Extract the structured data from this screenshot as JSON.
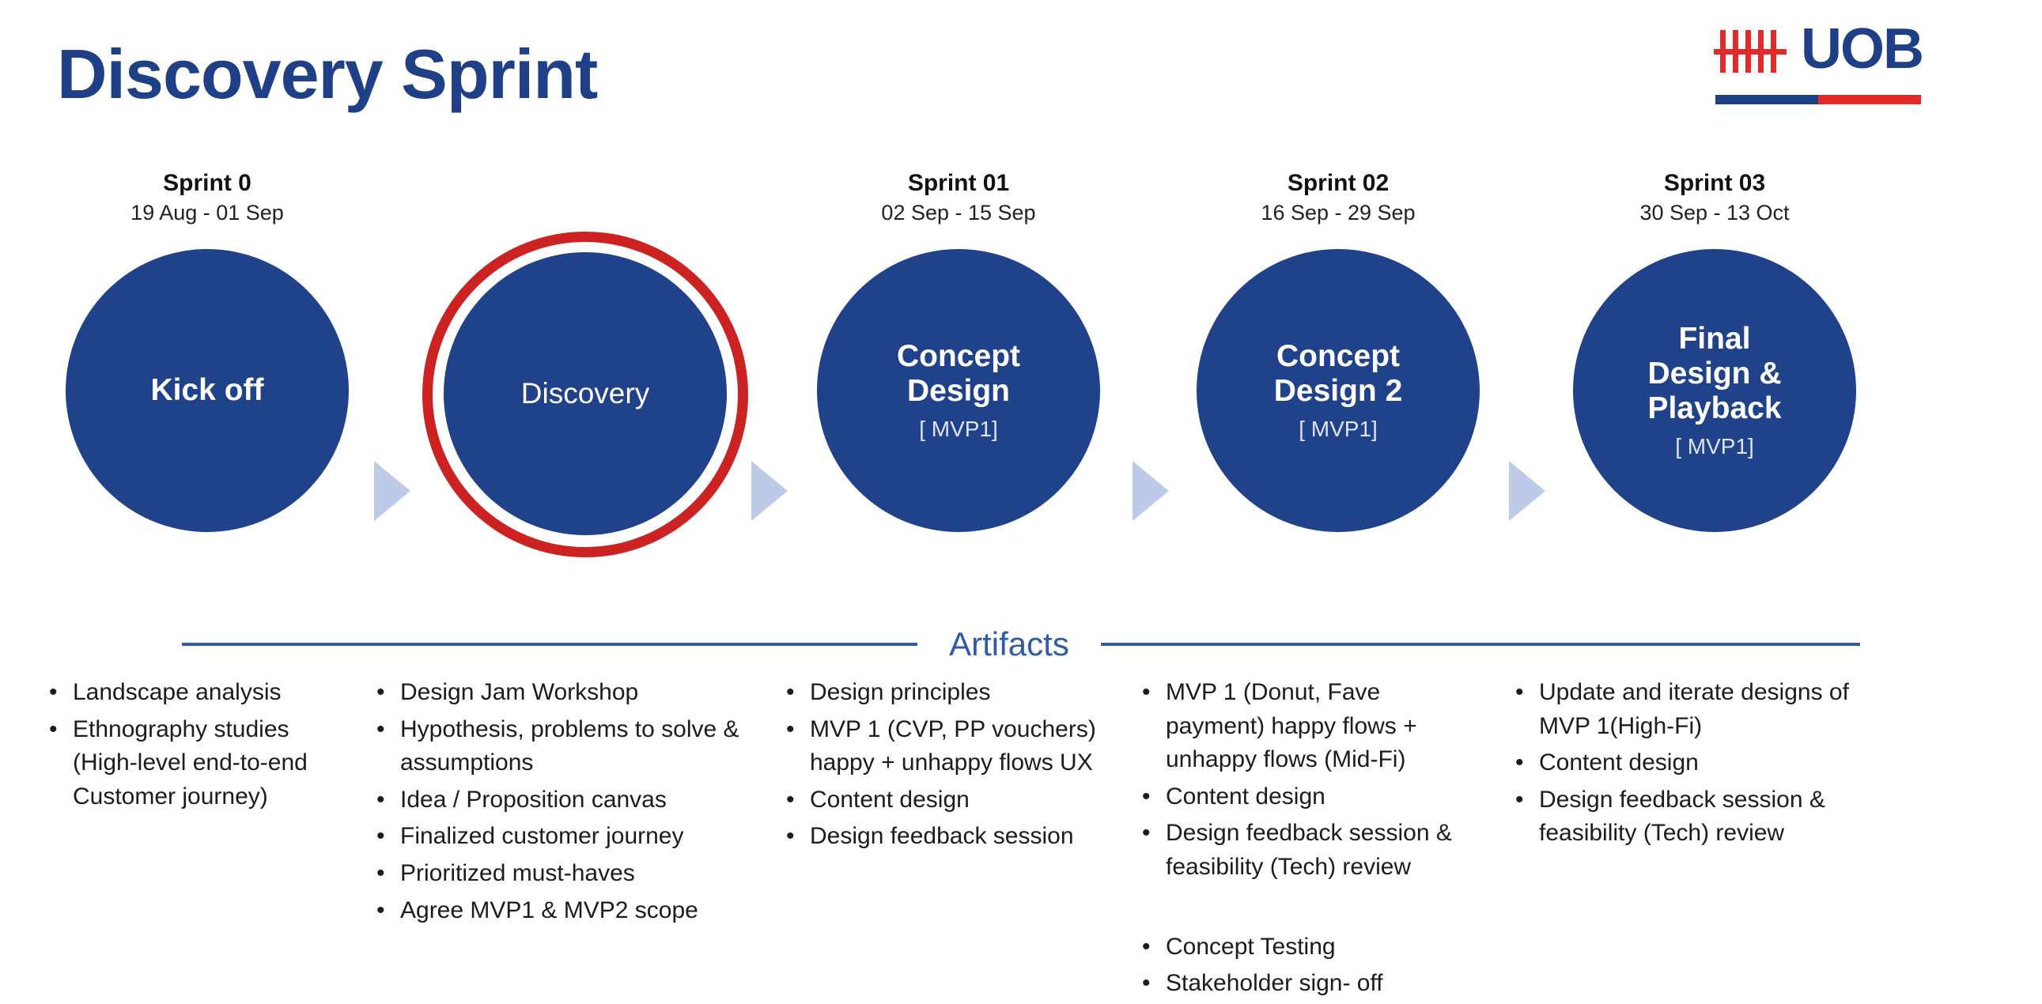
{
  "header": {
    "title": "Discovery Sprint",
    "logo": {
      "name": "UOB",
      "mark": "uob-tally-mark"
    }
  },
  "colors": {
    "brand_blue": "#1f3f86",
    "bubble_blue": "#20428a",
    "accent_red": "#cc2222",
    "arrow_blue": "#bdcbe9",
    "divider_blue": "#2f5aa8",
    "logo_red": "#e02b2b"
  },
  "timeline": {
    "stages": [
      {
        "sprint": "Sprint 0",
        "dates": "19 Aug - 01 Sep",
        "label": "Kick off",
        "sub": "",
        "bold": true,
        "highlighted": false
      },
      {
        "sprint": "",
        "dates": "",
        "label": "Discovery",
        "sub": "",
        "bold": false,
        "highlighted": true
      },
      {
        "sprint": "Sprint 01",
        "dates": "02 Sep - 15 Sep",
        "label": "Concept\nDesign",
        "sub": "[ MVP1]",
        "bold": true,
        "highlighted": false
      },
      {
        "sprint": "Sprint 02",
        "dates": "16 Sep - 29 Sep",
        "label": "Concept\nDesign 2",
        "sub": "[ MVP1]",
        "bold": true,
        "highlighted": false
      },
      {
        "sprint": "Sprint 03",
        "dates": "30 Sep - 13 Oct",
        "label": "Final\nDesign &\nPlayback",
        "sub": "[ MVP1]",
        "bold": true,
        "highlighted": false
      }
    ]
  },
  "artifacts": {
    "heading": "Artifacts",
    "columns": [
      {
        "items": [
          "Landscape analysis",
          "Ethnography studies (High-level end-to-end Customer journey)"
        ]
      },
      {
        "items": [
          "Design Jam Workshop",
          "Hypothesis, problems to solve & assumptions",
          "Idea / Proposition canvas",
          "Finalized customer journey",
          "Prioritized must-haves",
          "Agree MVP1 & MVP2 scope"
        ]
      },
      {
        "items": [
          "Design principles",
          "MVP 1 (CVP, PP vouchers) happy + unhappy flows UX",
          "Content design",
          "Design feedback session"
        ]
      },
      {
        "items": [
          "MVP 1 (Donut, Fave payment) happy flows + unhappy flows (Mid-Fi)",
          "Content design",
          "Design feedback session & feasibility (Tech) review"
        ],
        "items_after_gap": [
          "Concept Testing",
          "Stakeholder sign- off"
        ]
      },
      {
        "items": [
          " Update and iterate designs of MVP 1(High-Fi)",
          "Content design",
          "Design feedback session & feasibility (Tech) review"
        ]
      }
    ]
  }
}
